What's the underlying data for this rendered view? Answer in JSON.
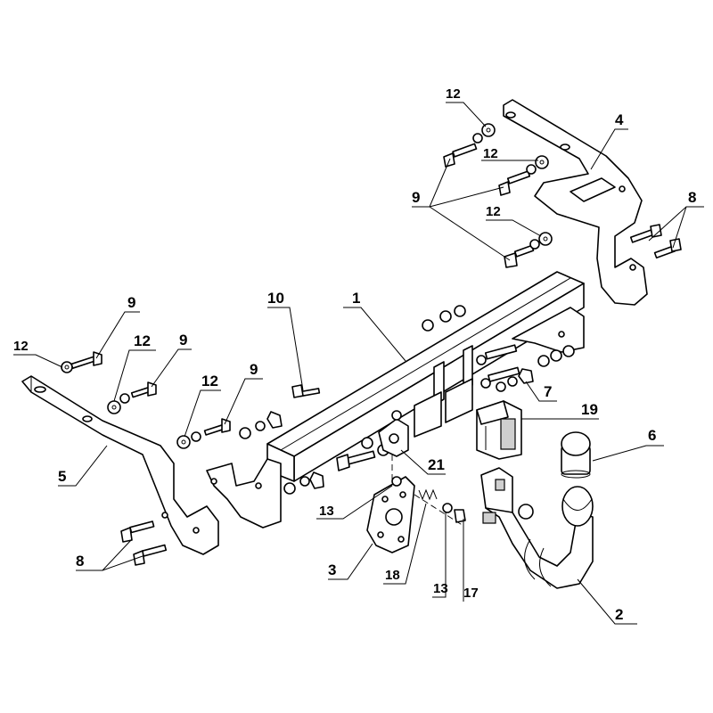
{
  "labels": {
    "c1": "1",
    "c2": "2",
    "c3": "3",
    "c4": "4",
    "c5": "5",
    "c6": "6",
    "c7": "7",
    "c8": "8",
    "c9": "9",
    "c10": "10",
    "c12": "12",
    "c13": "13",
    "c17": "17",
    "c18": "18",
    "c19": "19",
    "c21": "21"
  }
}
